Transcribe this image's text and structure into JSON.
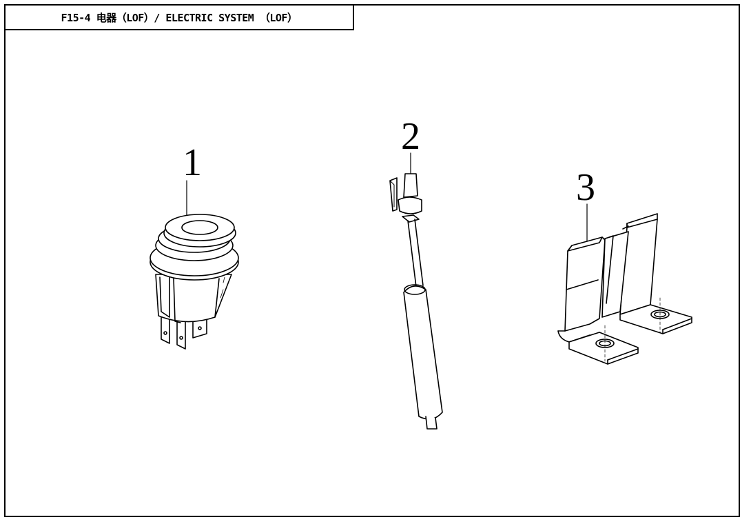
{
  "diagram": {
    "title": "F15-4 电器（LOF）/ ELECTRIC SYSTEM （LOF）",
    "callouts": [
      {
        "id": "1",
        "label": "1"
      },
      {
        "id": "2",
        "label": "2"
      },
      {
        "id": "3",
        "label": "3"
      }
    ]
  }
}
